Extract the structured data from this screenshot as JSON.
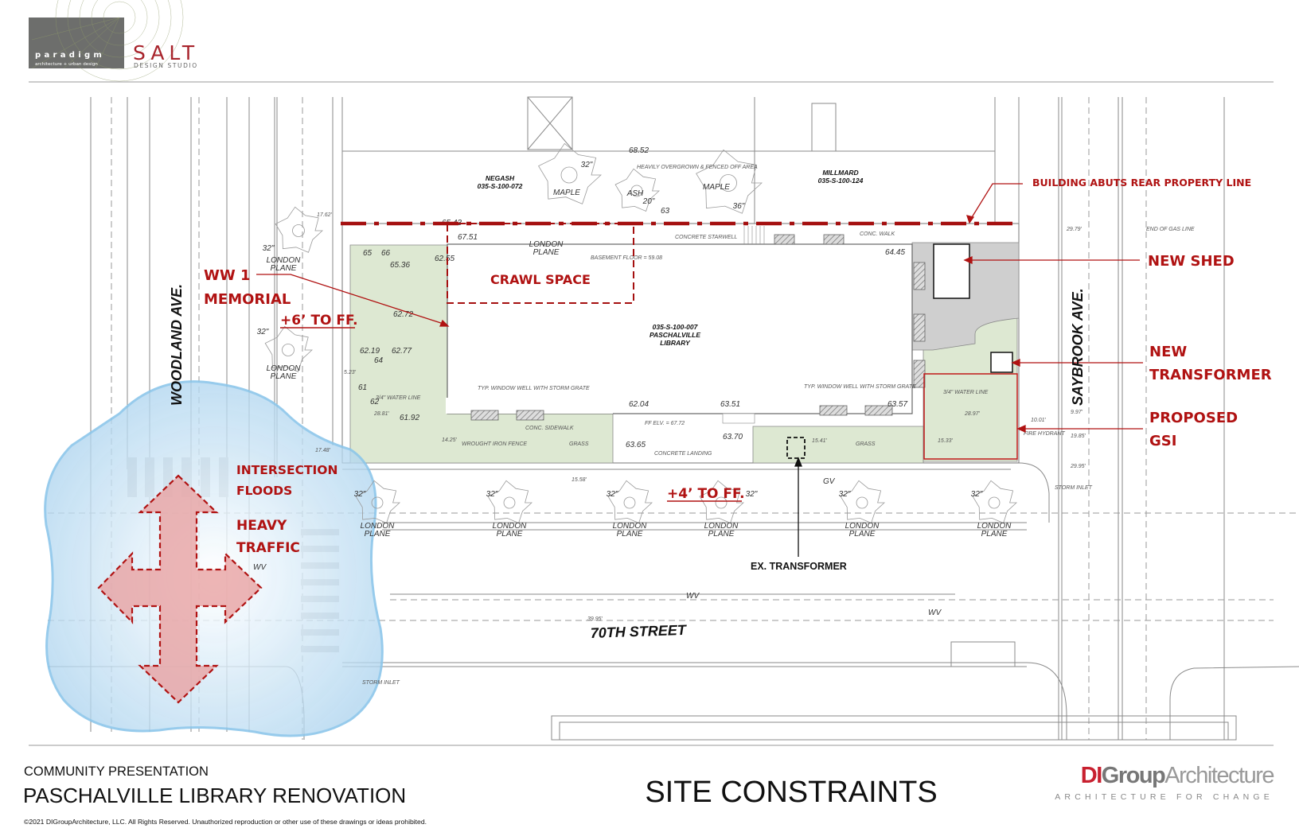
{
  "header": {
    "logo_paradigm": "paradigm",
    "logo_paradigm_sub": "architecture + urban design",
    "logo_salt": "SALT",
    "logo_salt_sub": "DESIGN STUDIO"
  },
  "plan": {
    "streets": {
      "west": "WOODLAND AVE.",
      "east": "SAYBROOK AVE.",
      "south": "70TH STREET"
    },
    "parcels": {
      "negash_name": "NEGASH",
      "negash_id": "035-S-100-072",
      "millmard_name": "MILLMARD",
      "millmard_id": "035-S-100-124",
      "library_id": "035-S-100-007",
      "library_name1": "PASCHALVILLE",
      "library_name2": "LIBRARY"
    },
    "annotations": {
      "rear_property": "BUILDING ABUTS REAR PROPERTY LINE",
      "new_shed": "NEW SHED",
      "new_transformer_1": "NEW",
      "new_transformer_2": "TRANSFORMER",
      "proposed_gsi_1": "PROPOSED",
      "proposed_gsi_2": "GSI",
      "crawl_space": "CRAWL SPACE",
      "memorial_1": "WW 1",
      "memorial_2": "MEMORIAL",
      "west_ff": "+6’ TO FF.",
      "south_ff": "+4’ TO FF.",
      "floods_1": "INTERSECTION",
      "floods_2": "FLOODS",
      "traffic_1": "HEAVY",
      "traffic_2": "TRAFFIC",
      "ex_transformer": "EX. TRANSFORMER"
    },
    "notes": {
      "basement_floor": "BASEMENT FLOOR = 59.08",
      "ff_elev": "FF ELV. = 67.72",
      "concrete_starwell": "CONCRETE STARWELL",
      "concrete_landing": "CONCRETE LANDING",
      "conc_walk": "CONC. WALK",
      "conc_sidewalk": "CONC. SIDEWALK",
      "heavy_overgrown": "HEAVILY OVERGROWN & FENCED OFF AREA",
      "window_well": "TYP. WINDOW WELL WITH STORM GRATE",
      "wrought_fence": "WROUGHT IRON FENCE",
      "grass": "GRASS",
      "water_line": "3/4\" WATER LINE",
      "storm_inlet": "STORM INLET",
      "fire_hydrant": "FIRE HYDRANT",
      "end_gas": "END OF GAS LINE"
    },
    "trees": {
      "london_plane": "LONDON PLANE",
      "maple": "MAPLE",
      "ash": "ASH",
      "size_32": "32\"",
      "size_20": "20\"",
      "size_36": "36\""
    },
    "elevations": [
      "65",
      "64",
      "62",
      "61",
      "63",
      "66",
      "65.36",
      "62.55",
      "62.72",
      "62.19",
      "62.77",
      "61.92",
      "62.04",
      "63.51",
      "63.70",
      "63.65",
      "63.57",
      "64.45",
      "65.43",
      "67.51",
      "68.52"
    ],
    "dimensions": [
      "17.62'",
      "28.81'",
      "5.23'",
      "17.48'",
      "14.25'",
      "15.41'",
      "15.33'",
      "28.97'",
      "29.79'",
      "10.01'",
      "9.97'",
      "19.85'",
      "29.95'",
      "15.58'",
      "39.95'"
    ],
    "valves": "WV",
    "gas_valve": "GV"
  },
  "footer": {
    "subtitle": "COMMUNITY PRESENTATION",
    "project": "PASCHALVILLE LIBRARY RENOVATION",
    "copyright": "©2021 DIGroupArchitecture, LLC. All Rights Reserved. Unauthorized reproduction or other use of these drawings or ideas prohibited.",
    "sheet_title": "SITE CONSTRAINTS",
    "firm_di": "DI",
    "firm_group": "Group",
    "firm_arch": "Architecture",
    "firm_tagline": "ARCHITECTURE FOR CHANGE"
  },
  "colors": {
    "annotation_red": "#b01212",
    "grass_green": "#dde8d2",
    "flood_blue": "#b9dbf0",
    "arrow_pink": "#e9a3a3",
    "paving_gray": "#cfcfcf"
  }
}
